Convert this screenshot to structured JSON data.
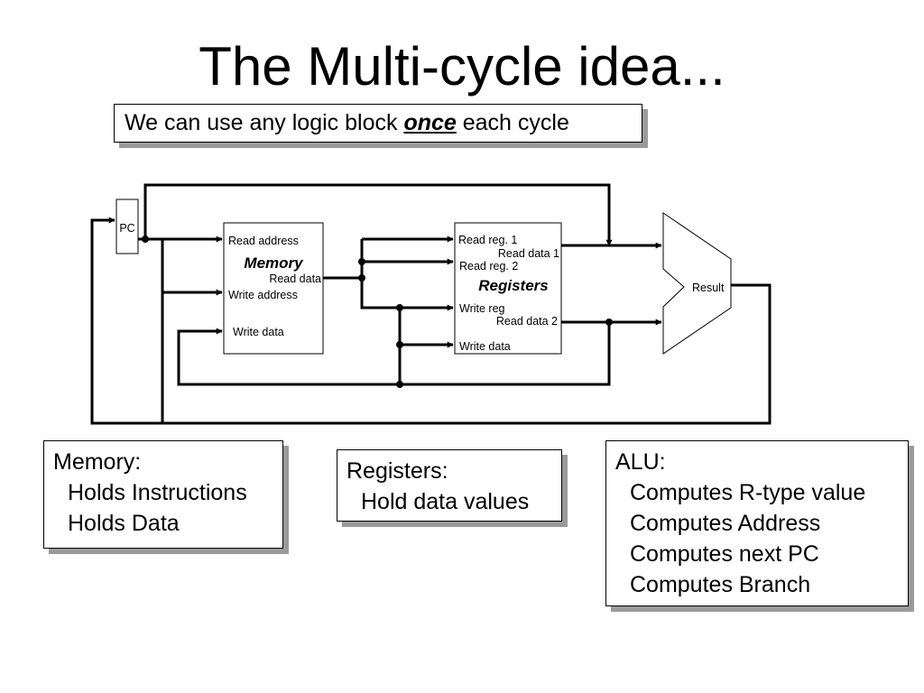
{
  "slide": {
    "title": "The Multi-cycle idea...",
    "subtitle": {
      "before": "We can use any logic block ",
      "emphasis": "once",
      "after": " each cycle"
    }
  },
  "diagram": {
    "pc": {
      "label": "PC"
    },
    "memory": {
      "name": "Memory",
      "ports": {
        "read_address": "Read address",
        "write_address": "Write address",
        "write_data": "Write data",
        "read_data": "Read data"
      }
    },
    "registers": {
      "name": "Registers",
      "ports": {
        "read_reg_1": "Read reg. 1",
        "read_reg_2": "Read reg. 2",
        "write_reg": "Write reg",
        "write_data": "Write data",
        "read_data_1": "Read data 1",
        "read_data_2": "Read data 2"
      }
    },
    "alu": {
      "output": "Result"
    }
  },
  "notes": {
    "memory": {
      "heading": "Memory:",
      "items": [
        "Holds Instructions",
        "Holds Data"
      ]
    },
    "registers": {
      "heading": "Registers:",
      "items": [
        "Hold data values"
      ]
    },
    "alu": {
      "heading": "ALU:",
      "items": [
        "Computes R-type value",
        "Computes Address",
        "Computes next PC",
        "Computes Branch"
      ]
    }
  }
}
